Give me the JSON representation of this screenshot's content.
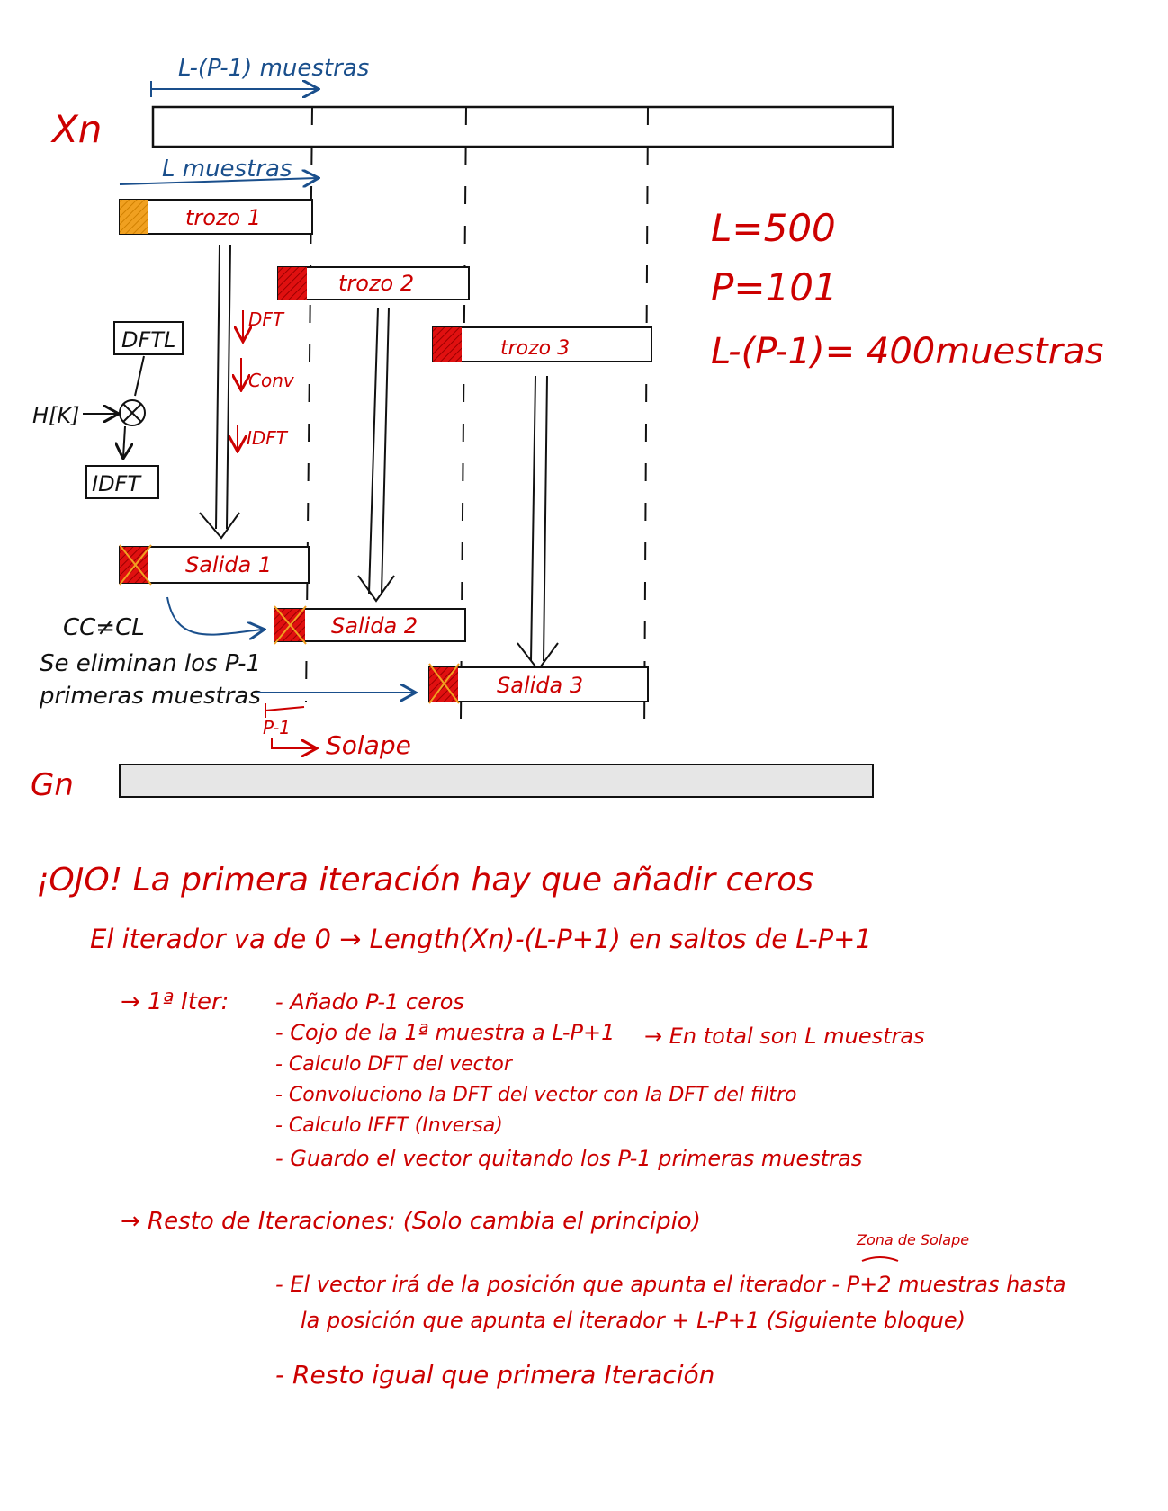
{
  "diagram": {
    "top_signal_label": "Xn",
    "out_signal_label": "Gn",
    "span_top_label": "L-(P-1) muestras",
    "span_chunk_label": "L muestras",
    "chunks": [
      "trozo 1",
      "trozo 2",
      "trozo 3"
    ],
    "outputs": [
      "Salida 1",
      "Salida 2",
      "Salida 3"
    ],
    "steps": [
      "DFT",
      "Conv",
      "IDFT"
    ],
    "block_dft": "DFTL",
    "block_idft": "IDFT",
    "multiplier_input": "H[K]",
    "note_cc": "CC≠CL",
    "note_remove_1": "Se eliminan los P-1",
    "note_remove_2": "primeras muestras",
    "overlap_label": "P-1",
    "overlap_arrow_label": "Solape",
    "params": [
      "L=500",
      "P=101",
      "L-(P-1)= 400muestras"
    ],
    "colors": {
      "ink_red": "#cc0000",
      "ink_blue": "#1a4f8c",
      "orange": "#f0a020",
      "output_bar": "#e6e6e6"
    }
  },
  "notes": {
    "warning": "¡OJO! La primera iteración hay que añadir ceros",
    "iterator": "El iterador va de 0 → Length(Xn)-(L-P+1) en saltos de L-P+1",
    "first_iter_label": "→ 1ª Iter:",
    "first_iter_items": [
      "- Añado P-1 ceros",
      "- Cojo de la 1ª muestra a L-P+1",
      "- Calculo DFT del vector",
      "- Convoluciono la DFT del vector con la DFT del filtro",
      "- Calculo IFFT (Inversa)",
      "- Guardo el vector quitando los P-1 primeras muestras"
    ],
    "first_iter_side": "→ En total son L muestras",
    "rest_label": "→ Resto de Iteraciones: (Solo cambia el principio)",
    "zona_label": "Zona de Solape",
    "rest_line_1": "- El vector irá de la posición que apunta el iterador - P+2 muestras hasta",
    "rest_line_2": "la posición que apunta el iterador + L-P+1 (Siguiente bloque)",
    "rest_line_3": "- Resto igual que primera Iteración"
  }
}
